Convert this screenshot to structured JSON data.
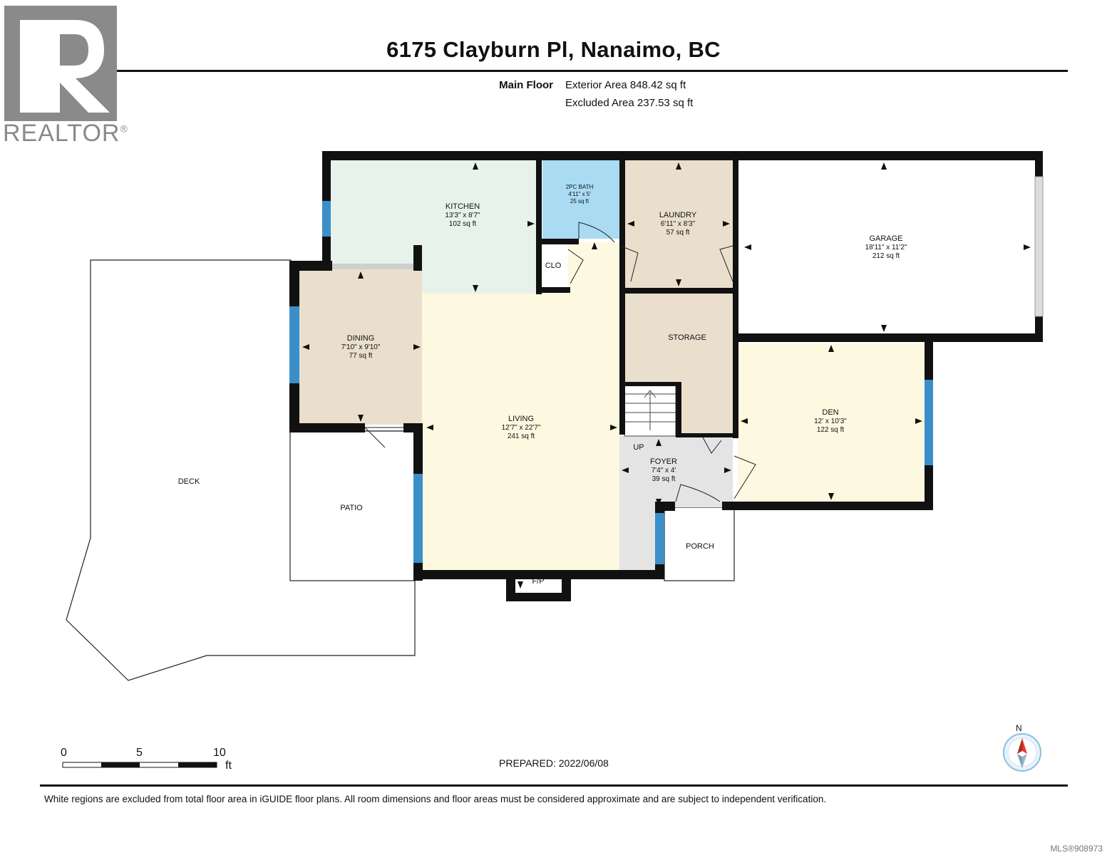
{
  "header": {
    "title": "6175 Clayburn Pl, Nanaimo, BC",
    "floor_label": "Main Floor",
    "exterior_area": "Exterior Area 848.42 sq ft",
    "excluded_area": "Excluded Area 237.53 sq ft"
  },
  "logo": {
    "text": "REALTOR",
    "mark": "®"
  },
  "rooms": {
    "kitchen": {
      "name": "KITCHEN",
      "dims": "13'3\" x 8'7\"",
      "area": "102 sq ft"
    },
    "bath": {
      "name": "2PC BATH",
      "dims": "4'11\" x 5'",
      "area": "25 sq ft"
    },
    "laundry": {
      "name": "LAUNDRY",
      "dims": "6'11\" x 8'3\"",
      "area": "57 sq ft"
    },
    "garage": {
      "name": "GARAGE",
      "dims": "18'11\" x 11'2\"",
      "area": "212 sq ft"
    },
    "closet": {
      "name": "CLO"
    },
    "dining": {
      "name": "DINING",
      "dims": "7'10\" x 9'10\"",
      "area": "77 sq ft"
    },
    "storage": {
      "name": "STORAGE"
    },
    "living": {
      "name": "LIVING",
      "dims": "12'7\" x 22'7\"",
      "area": "241 sq ft"
    },
    "den": {
      "name": "DEN",
      "dims": "12' x 10'3\"",
      "area": "122 sq ft"
    },
    "foyer": {
      "name": "FOYER",
      "dims": "7'4\" x 4'",
      "area": "39 sq ft"
    },
    "deck": {
      "name": "DECK"
    },
    "patio": {
      "name": "PATIO"
    },
    "porch": {
      "name": "PORCH"
    },
    "fireplace": {
      "name": "F/P"
    },
    "stairs": {
      "name": "UP"
    }
  },
  "colors": {
    "kitchen": "#e6f2ea",
    "bath": "#a9dbf3",
    "laundry": "#eadfcd",
    "dining": "#eadfcd",
    "storage": "#eadfcd",
    "living": "#fdf8e0",
    "den": "#fdf8e0",
    "foyer": "#e4e4e4",
    "window": "#3b8fc9",
    "wall": "#111111"
  },
  "compass": {
    "label": "N",
    "icon": "compass-icon"
  },
  "scale": {
    "labels": [
      "0",
      "5",
      "10"
    ],
    "unit": "ft"
  },
  "footer": {
    "prepared": "PREPARED: 2022/06/08",
    "disclaimer": "White regions are excluded from total floor area in iGUIDE floor plans. All room dimensions and floor areas must be considered approximate and are subject to independent verification.",
    "mls": "MLS®908973"
  }
}
